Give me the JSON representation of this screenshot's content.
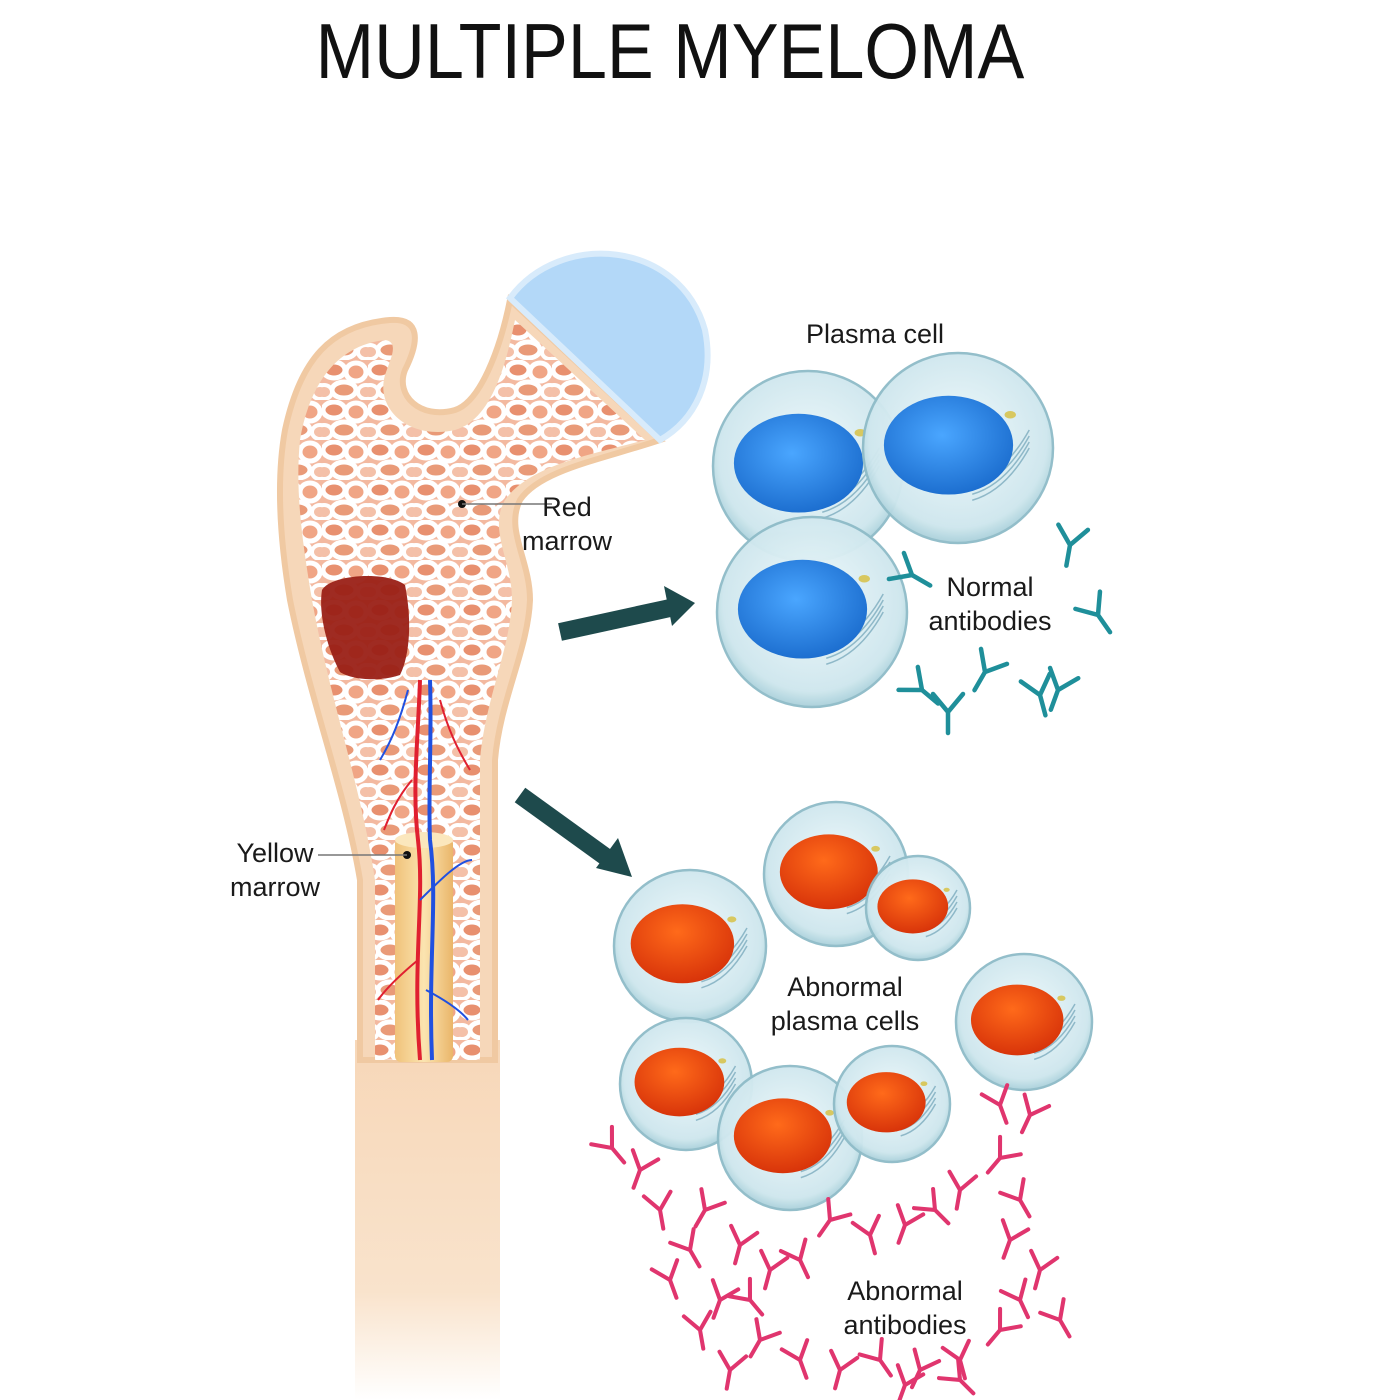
{
  "title": "MULTIPLE MYELOMA",
  "labels": {
    "red_marrow": [
      "Red",
      "marrow"
    ],
    "yellow_marrow": [
      "Yellow",
      "marrow"
    ],
    "plasma_cell": "Plasma cell",
    "normal_antibodies": [
      "Normal",
      "antibodies"
    ],
    "abnormal_plasma_cells": [
      "Abnormal",
      "plasma cells"
    ],
    "abnormal_antibodies": [
      "Abnormal",
      "antibodies"
    ]
  },
  "colors": {
    "bone": "#f6dcc0",
    "bone_edge": "#eec9a3",
    "spongy_fill": "#f2b49a",
    "cartilage": "#b3d8f8",
    "tumor": "#9a2016",
    "normal_nucleus": "#2f86e2",
    "abnormal_nucleus": "#e8420e",
    "cell_membrane": "#cfe8ee",
    "normal_antibody": "#1f8f9a",
    "abnormal_antibody": "#e0356e",
    "arrow": "#1e4a4c",
    "artery": "#e02030",
    "vein": "#2050e0"
  },
  "icons": {
    "normal_antibody": "y-shaped-antibody-icon",
    "abnormal_antibody": "y-shaped-antibody-icon"
  }
}
